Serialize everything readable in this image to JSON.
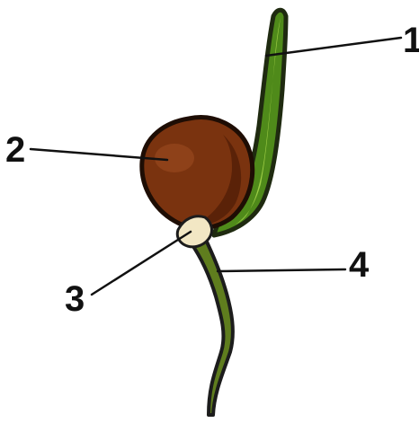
{
  "diagram": {
    "labels": [
      {
        "id": "1",
        "text": "1"
      },
      {
        "id": "2",
        "text": "2"
      },
      {
        "id": "3",
        "text": "3"
      },
      {
        "id": "4",
        "text": "4"
      }
    ]
  },
  "colors": {
    "seed_dark": "#5a2208",
    "seed_mid": "#7a330f",
    "seed_highlight": "#9a4a1e",
    "shoot_outline": "#1f2a10",
    "shoot_light": "#9ccc45",
    "shoot_dark": "#4f8a1a",
    "root_outline": "#1c1c1c",
    "root_fill": "#5f7d1e",
    "radicle_tip": "#f2e7c4"
  }
}
